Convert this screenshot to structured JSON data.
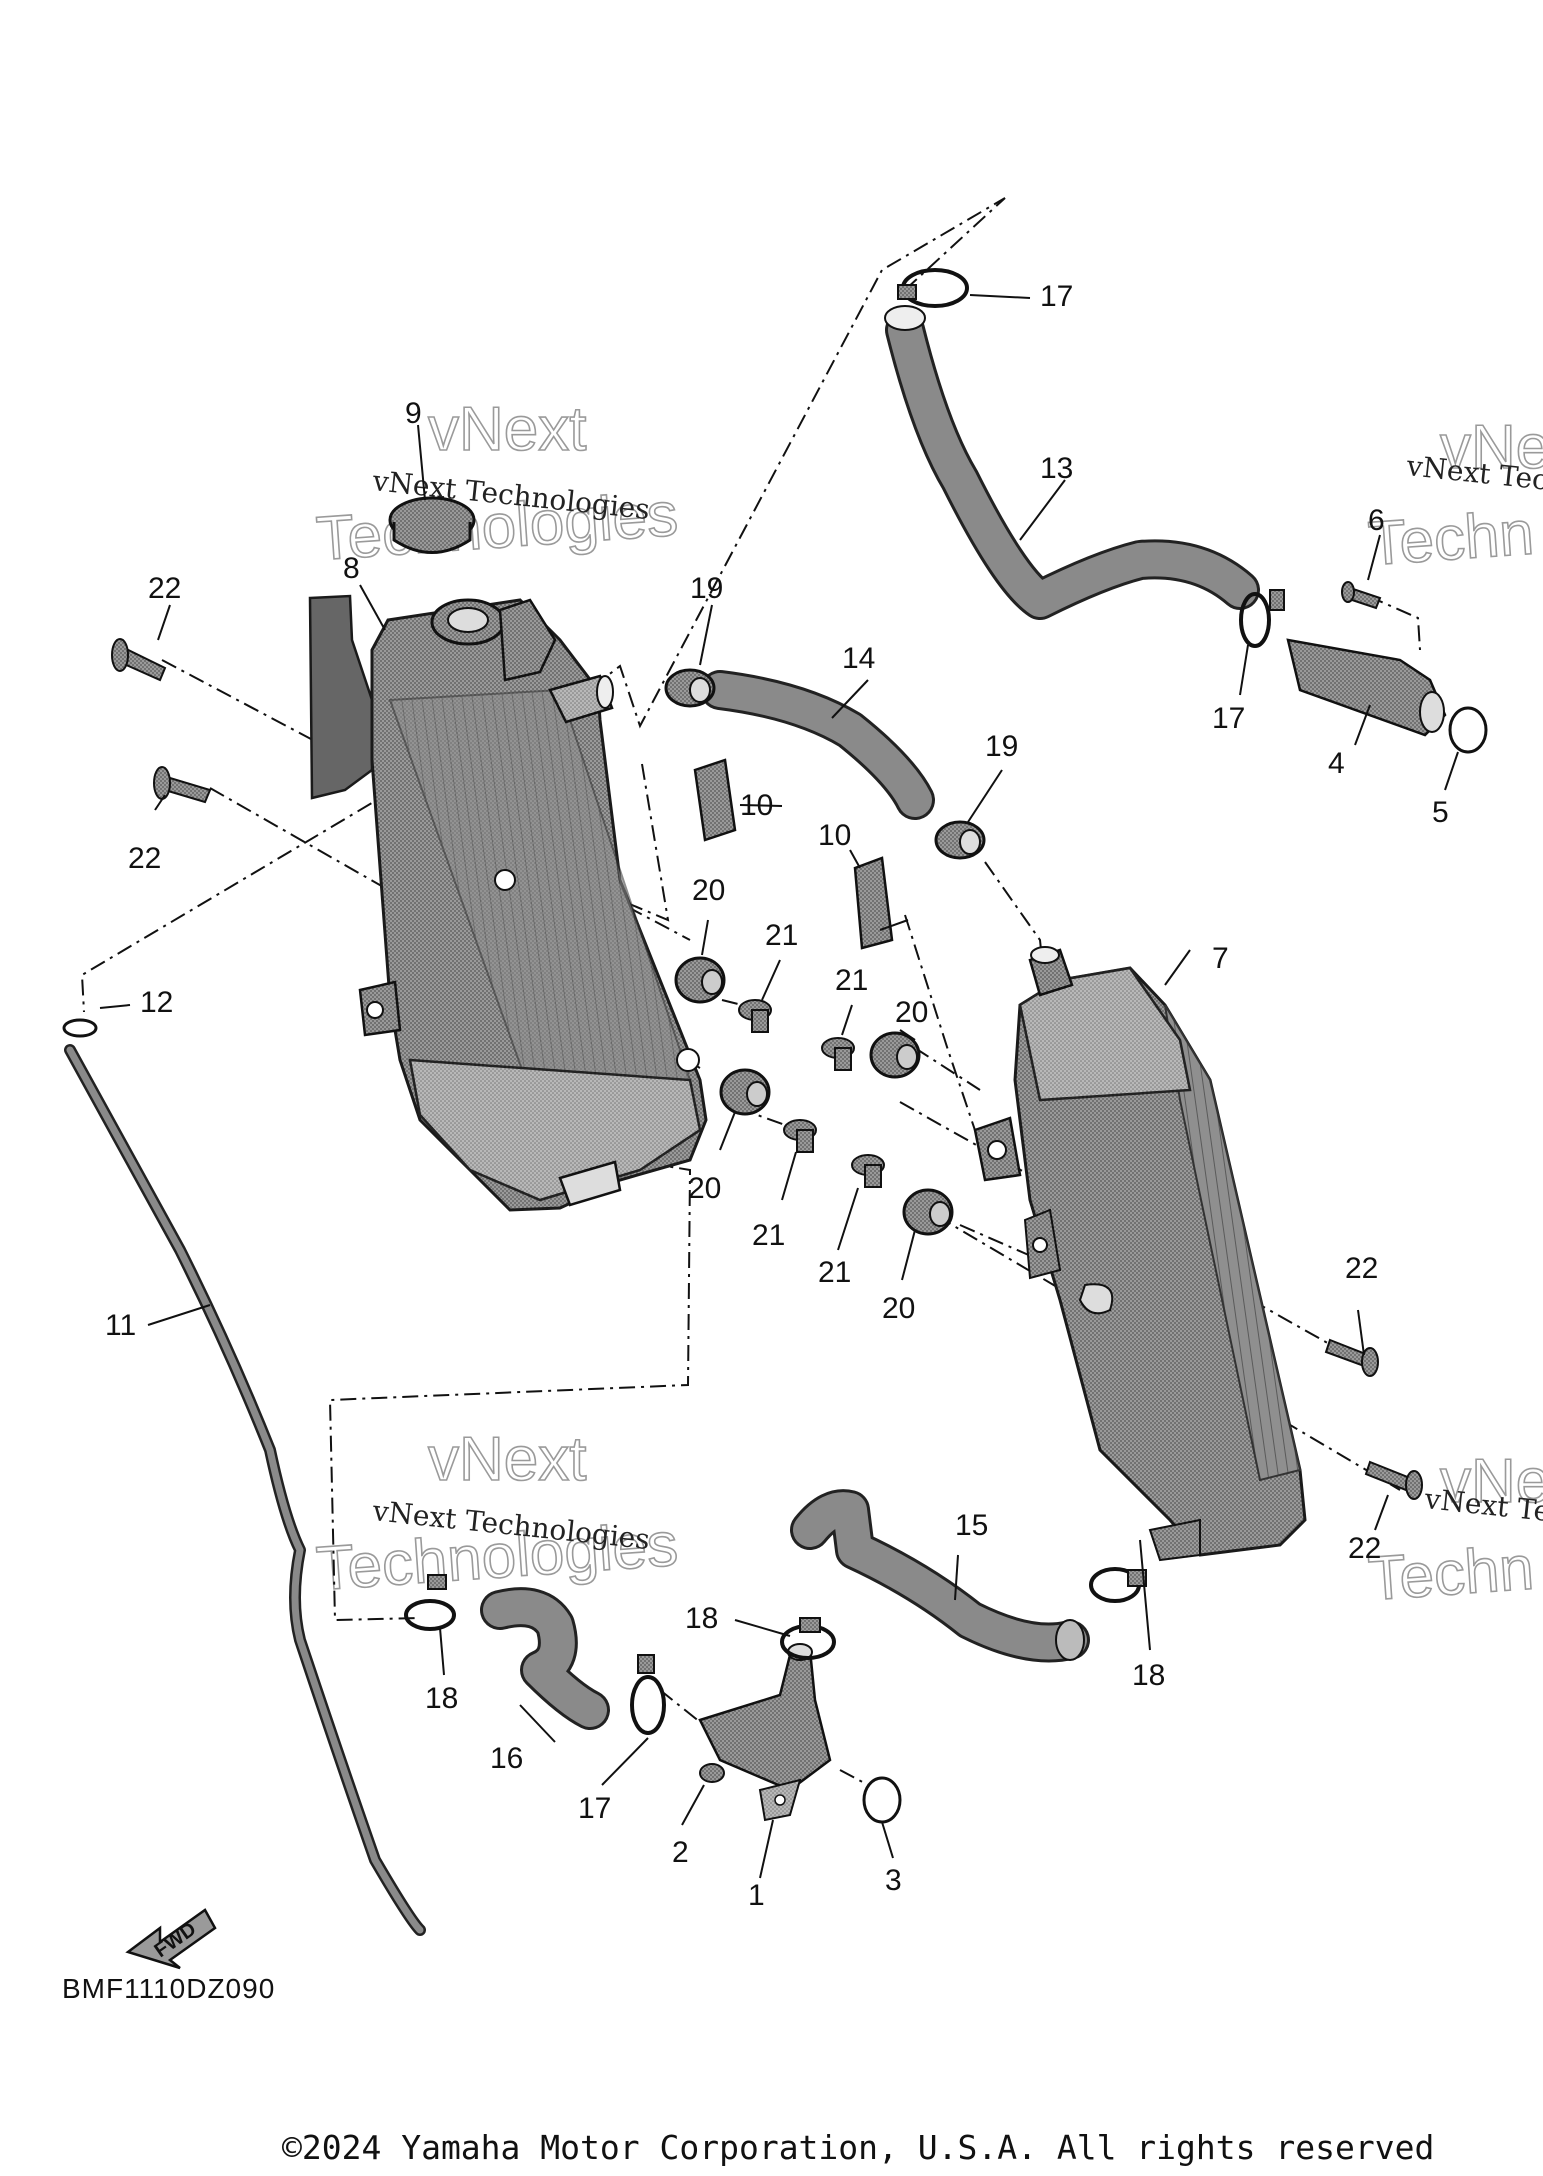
{
  "diagram_code": "BMF1110DZ090",
  "fwd_label": "FWD",
  "copyright": "©2024 Yamaha Motor Corporation, U.S.A. All rights reserved",
  "watermark": {
    "company": "vNext Technologies",
    "big_top": "vNext",
    "big_bottom": "Technologies",
    "edge_company": "vNext Tec",
    "edge_big_top": "vNe",
    "edge_big_bottom": "Techn"
  },
  "callouts": [
    {
      "id": "c9",
      "label": "9"
    },
    {
      "id": "c8",
      "label": "8"
    },
    {
      "id": "c22a",
      "label": "22"
    },
    {
      "id": "c22b",
      "label": "22"
    },
    {
      "id": "c19a",
      "label": "19"
    },
    {
      "id": "c14",
      "label": "14"
    },
    {
      "id": "c19b",
      "label": "19"
    },
    {
      "id": "c10a",
      "label": "10"
    },
    {
      "id": "c10b",
      "label": "10"
    },
    {
      "id": "c20a",
      "label": "20"
    },
    {
      "id": "c21a",
      "label": "21"
    },
    {
      "id": "c21b",
      "label": "21"
    },
    {
      "id": "c20b",
      "label": "20"
    },
    {
      "id": "c12",
      "label": "12"
    },
    {
      "id": "c20c",
      "label": "20"
    },
    {
      "id": "c21c",
      "label": "21"
    },
    {
      "id": "c21d",
      "label": "21"
    },
    {
      "id": "c20d",
      "label": "20"
    },
    {
      "id": "c7",
      "label": "7"
    },
    {
      "id": "c17a",
      "label": "17"
    },
    {
      "id": "c13",
      "label": "13"
    },
    {
      "id": "c6",
      "label": "6"
    },
    {
      "id": "c17b",
      "label": "17"
    },
    {
      "id": "c4",
      "label": "4"
    },
    {
      "id": "c5",
      "label": "5"
    },
    {
      "id": "c11",
      "label": "11"
    },
    {
      "id": "c22c",
      "label": "22"
    },
    {
      "id": "c22d",
      "label": "22"
    },
    {
      "id": "c15",
      "label": "15"
    },
    {
      "id": "c18a",
      "label": "18"
    },
    {
      "id": "c18b",
      "label": "18"
    },
    {
      "id": "c18c",
      "label": "18"
    },
    {
      "id": "c16",
      "label": "16"
    },
    {
      "id": "c17c",
      "label": "17"
    },
    {
      "id": "c2",
      "label": "2"
    },
    {
      "id": "c1",
      "label": "1"
    },
    {
      "id": "c3",
      "label": "3"
    }
  ]
}
